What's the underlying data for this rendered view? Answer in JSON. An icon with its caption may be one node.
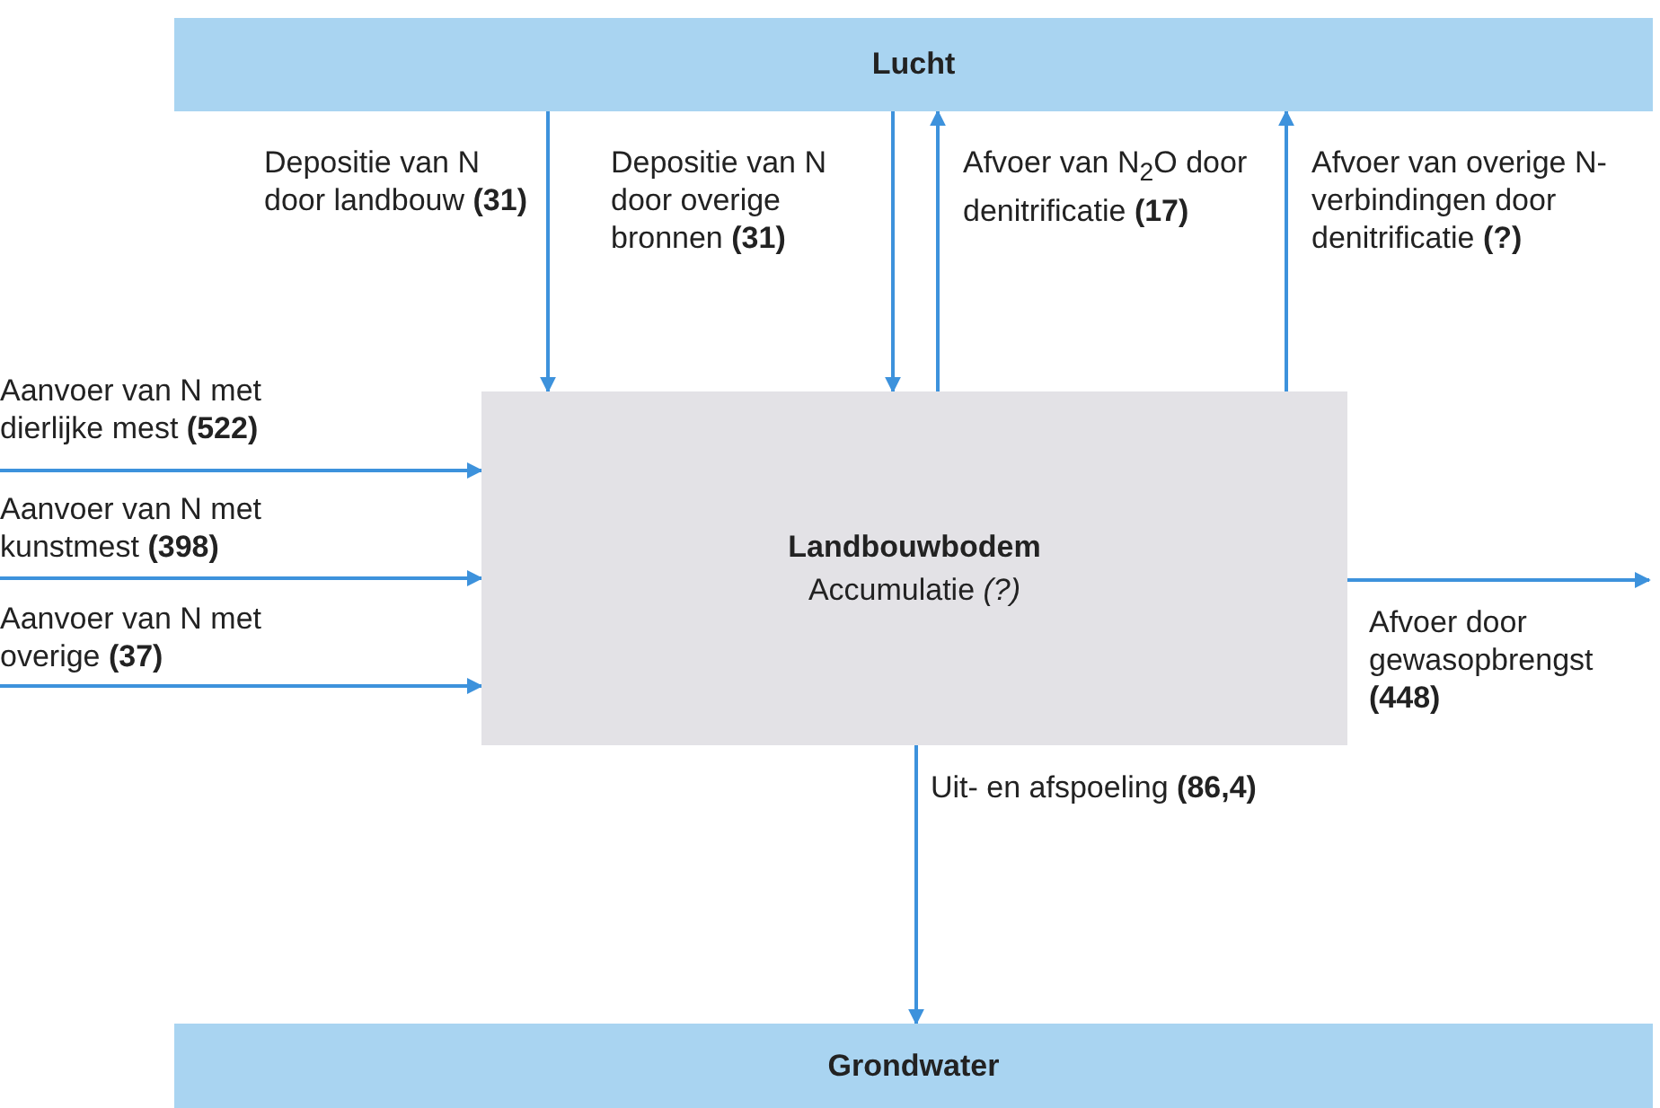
{
  "diagram": {
    "nodes": [
      {
        "text": [
          "Lucht"
        ]
      },
      {
        "text": [
          "Landbouwbodem",
          "Accumulatie *(?)*"
        ]
      },
      {
        "text": [
          "Grondwater"
        ]
      }
    ],
    "edges": [
      {
        "from": 0,
        "to": 1,
        "arrow": "to",
        "label": "Depositie van N door landbouw **(31)**"
      },
      {
        "from": 0,
        "to": 1,
        "arrow": "to",
        "label": "Depositie van N door overige bronnen **(31)**"
      },
      {
        "from": 1,
        "to": 0,
        "arrow": "to",
        "label": "Afvoer van N$_{2}$O door denitrificatie **(17)**"
      },
      {
        "from": 1,
        "to": 0,
        "arrow": "to",
        "label": "Afvoer van overige N-verbindingen door denitrificatie **(?)**"
      },
      {
        "from": null,
        "to": 1,
        "arrow": "to",
        "label": "Aanvoer van N met dierlijke mest **(522)**"
      },
      {
        "from": null,
        "to": 1,
        "arrow": "to",
        "label": "Aanvoer van N met kunstmest **(398)**"
      },
      {
        "from": null,
        "to": 1,
        "arrow": "to",
        "label": "Aanvoer van N met overige **(37)**"
      },
      {
        "from": 1,
        "to": null,
        "arrow": "to",
        "label": "Afvoer door gewasopbrengst **(448)**"
      },
      {
        "from": 1,
        "to": 2,
        "arrow": "to",
        "label": "Uit- en afspoeling **(86,4)**"
      }
    ]
  }
}
